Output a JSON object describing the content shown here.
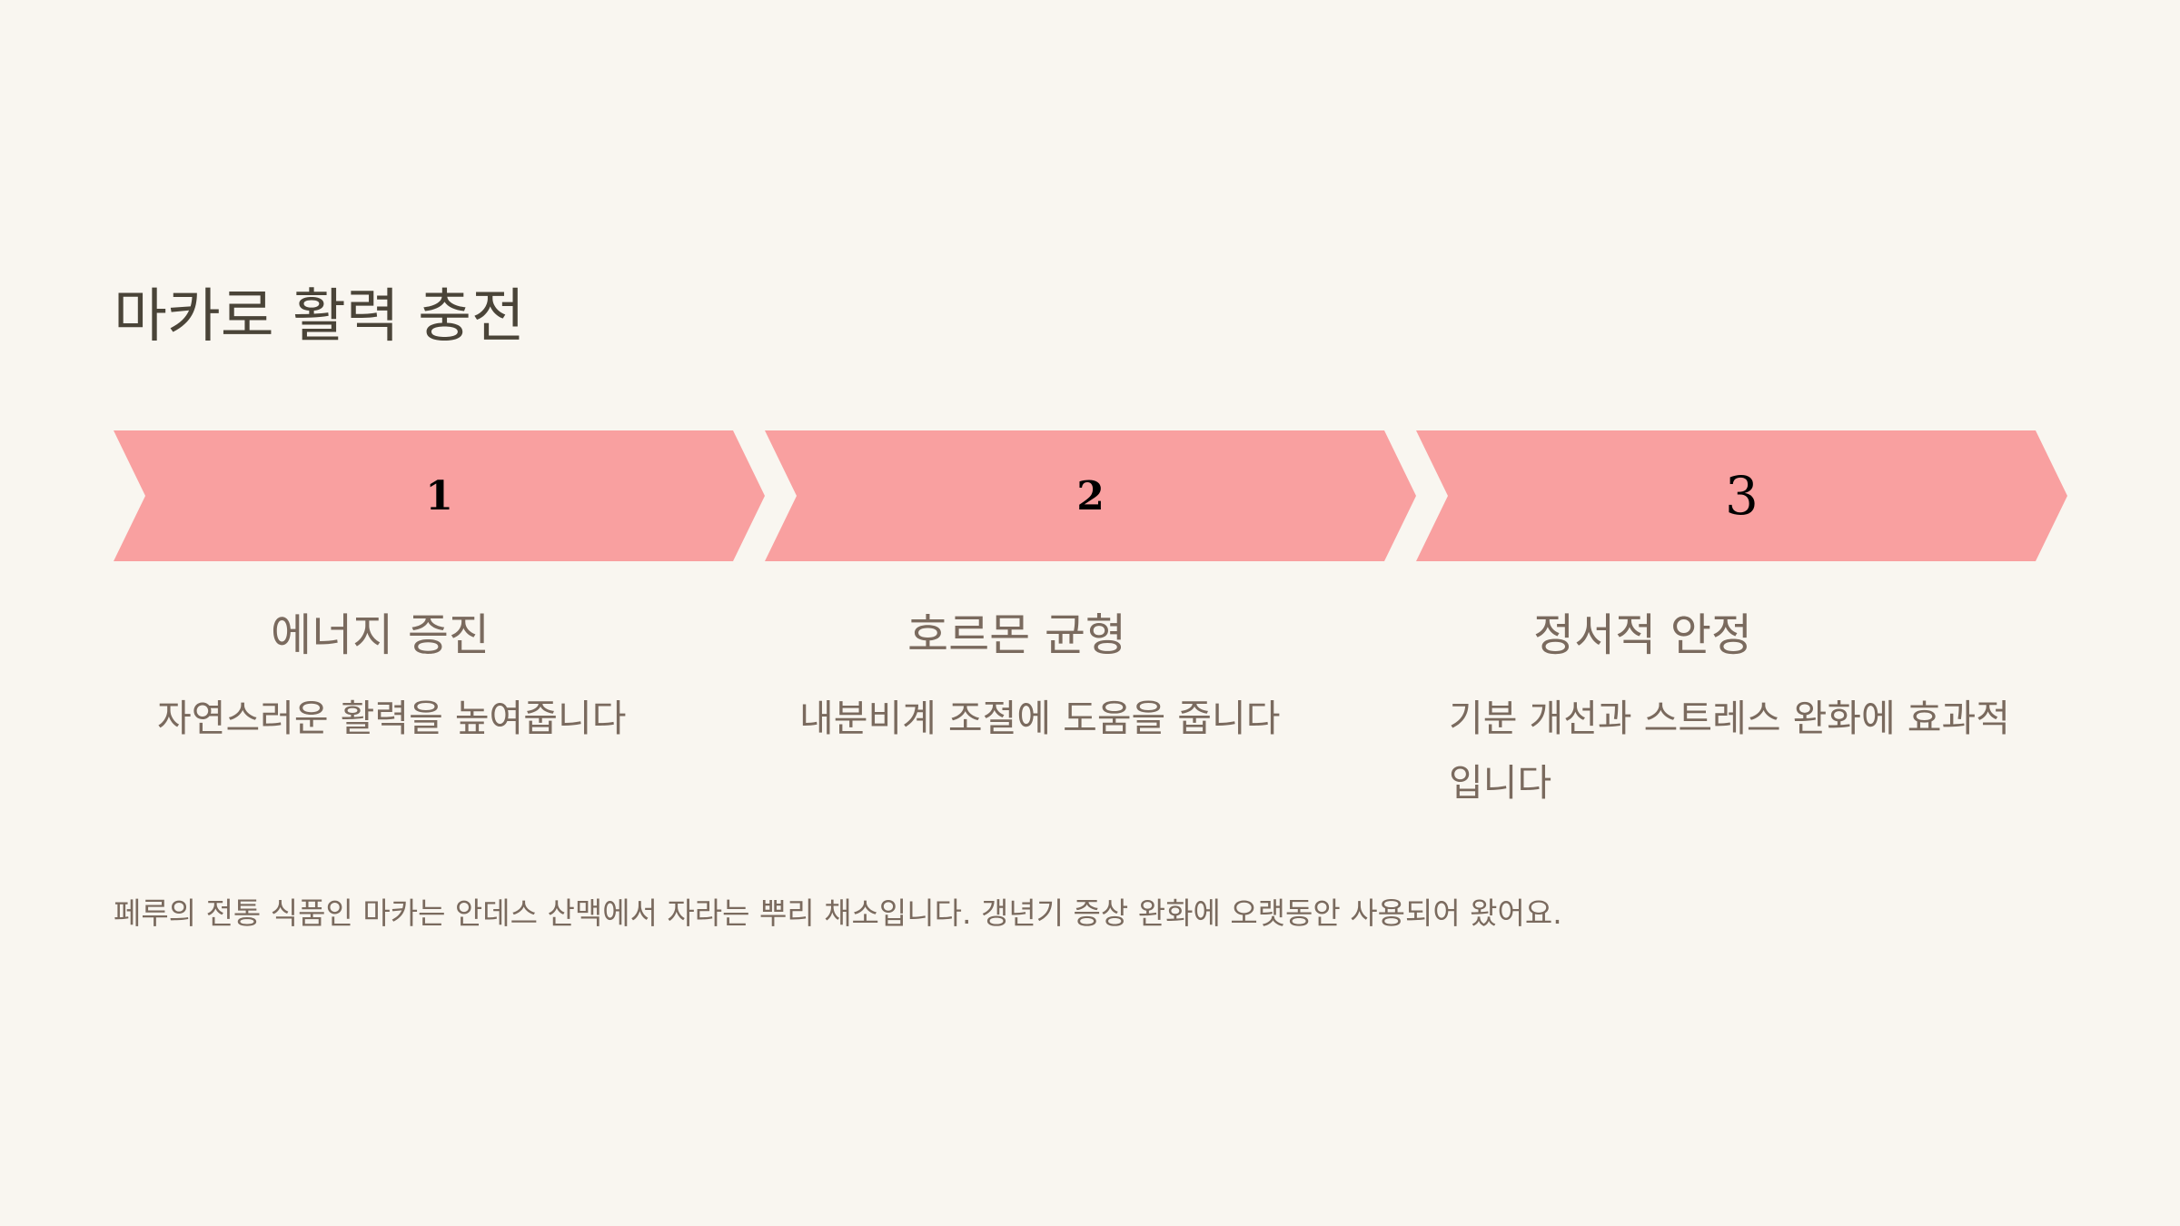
{
  "title": "마카로 활력 충전",
  "colors": {
    "background": "#f9f6f0",
    "arrow_fill": "#f9a0a0",
    "title_text": "#4a4438",
    "body_text": "#7a6a5e"
  },
  "steps": [
    {
      "number": "1",
      "heading": "에너지 증진",
      "description": "자연스러운 활력을 높여줍니다"
    },
    {
      "number": "2",
      "heading": "호르몬 균형",
      "description": "내분비계 조절에 도움을 줍니다"
    },
    {
      "number": "3",
      "heading": "정서적 안정",
      "description": "기분 개선과 스트레스 완화에 효과적입니다"
    }
  ],
  "footer": "페루의 전통 식품인 마카는 안데스 산맥에서 자라는 뿌리 채소입니다. 갱년기 증상 완화에 오랫동안 사용되어 왔어요."
}
